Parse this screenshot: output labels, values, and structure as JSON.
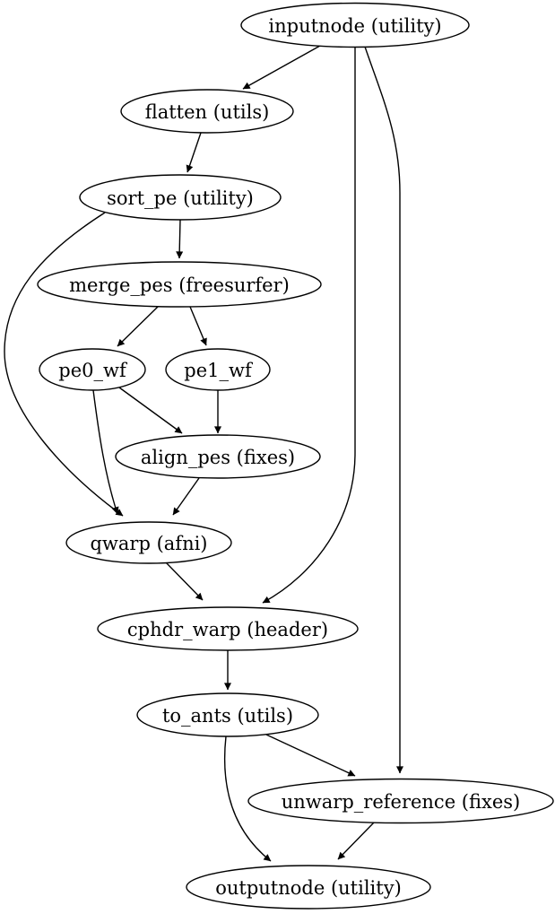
{
  "diagram": {
    "title": "workflow graph",
    "background_color": "#ffffff",
    "node_fill_color": "#ffffff",
    "line_color": "#000000",
    "nodes": {
      "inputnode": {
        "label": "inputnode (utility)"
      },
      "flatten": {
        "label": "flatten (utils)"
      },
      "sort_pe": {
        "label": "sort_pe (utility)"
      },
      "merge_pes": {
        "label": "merge_pes (freesurfer)"
      },
      "pe0_wf": {
        "label": "pe0_wf"
      },
      "pe1_wf": {
        "label": "pe1_wf"
      },
      "align_pes": {
        "label": "align_pes (fixes)"
      },
      "qwarp": {
        "label": "qwarp (afni)"
      },
      "cphdr_warp": {
        "label": "cphdr_warp (header)"
      },
      "to_ants": {
        "label": "to_ants (utils)"
      },
      "unwarp_reference": {
        "label": "unwarp_reference (fixes)"
      },
      "outputnode": {
        "label": "outputnode (utility)"
      }
    },
    "edges": [
      {
        "from": "inputnode",
        "to": "flatten"
      },
      {
        "from": "inputnode",
        "to": "cphdr_warp"
      },
      {
        "from": "inputnode",
        "to": "unwarp_reference"
      },
      {
        "from": "flatten",
        "to": "sort_pe"
      },
      {
        "from": "sort_pe",
        "to": "merge_pes"
      },
      {
        "from": "sort_pe",
        "to": "qwarp"
      },
      {
        "from": "merge_pes",
        "to": "pe0_wf"
      },
      {
        "from": "merge_pes",
        "to": "pe1_wf"
      },
      {
        "from": "pe0_wf",
        "to": "align_pes"
      },
      {
        "from": "pe0_wf",
        "to": "qwarp"
      },
      {
        "from": "pe1_wf",
        "to": "align_pes"
      },
      {
        "from": "align_pes",
        "to": "qwarp"
      },
      {
        "from": "qwarp",
        "to": "cphdr_warp"
      },
      {
        "from": "cphdr_warp",
        "to": "to_ants"
      },
      {
        "from": "to_ants",
        "to": "unwarp_reference"
      },
      {
        "from": "to_ants",
        "to": "outputnode"
      },
      {
        "from": "unwarp_reference",
        "to": "outputnode"
      }
    ]
  }
}
